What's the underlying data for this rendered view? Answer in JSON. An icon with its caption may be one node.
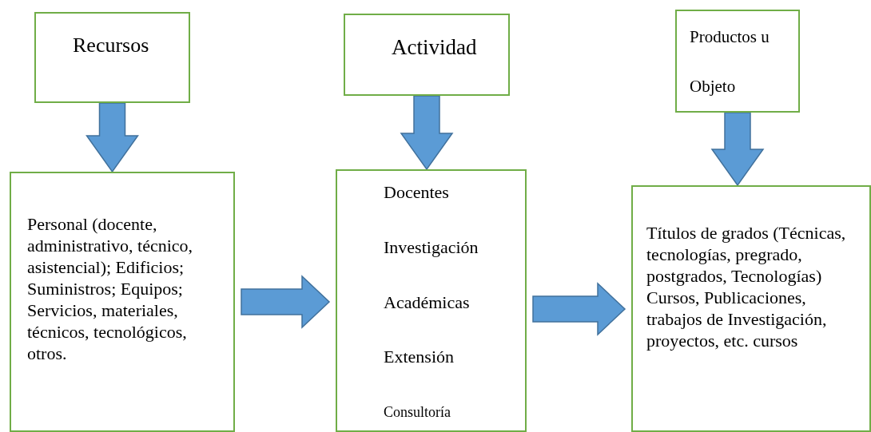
{
  "diagram": {
    "nodes": [
      {
        "text": [
          "Recursos"
        ]
      },
      {
        "text": [
          "Actividad"
        ]
      },
      {
        "text": [
          "Productos u Objeto"
        ]
      },
      {
        "text": [
          "Personal (docente, administrativo, técnico, asistencial); Edificios; Suministros; Equipos; Servicios, materiales, técnicos, tecnológicos, otros."
        ]
      },
      {
        "text": [
          "Docentes",
          "Investigación",
          "Académicas",
          "Extensión",
          "Consultoría"
        ]
      },
      {
        "text": [
          "Títulos de grados (Técnicas, tecnologías, pregrado, postgrados, Tecnologías) Cursos, Publicaciones, trabajos de Investigación, proyectos, etc. cursos"
        ]
      }
    ],
    "edges": [
      {
        "from": 0,
        "to": 3,
        "arrow": "to"
      },
      {
        "from": 1,
        "to": 4,
        "arrow": "to"
      },
      {
        "from": 2,
        "to": 5,
        "arrow": "to"
      },
      {
        "from": 3,
        "to": 4,
        "arrow": "to"
      },
      {
        "from": 4,
        "to": 5,
        "arrow": "to"
      }
    ]
  }
}
